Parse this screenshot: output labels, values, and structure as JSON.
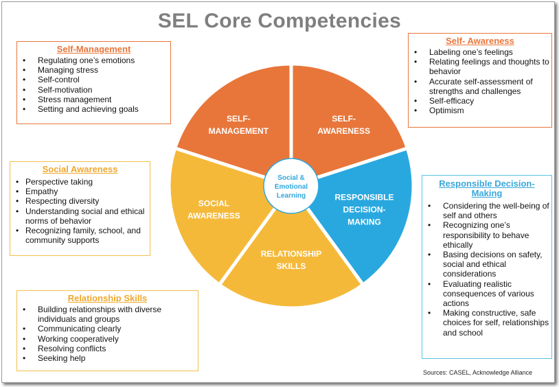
{
  "title": "SEL Core Competencies",
  "center_label": [
    "Social &",
    "Emotional",
    "Learning"
  ],
  "segments": [
    {
      "id": "self-management",
      "lines": [
        "SELF-",
        "MANAGEMENT"
      ],
      "color": "#e8763a"
    },
    {
      "id": "self-awareness",
      "lines": [
        "SELF-",
        "AWARENESS"
      ],
      "color": "#e8763a"
    },
    {
      "id": "responsible-decision-making",
      "lines": [
        "RESPONSIBLE",
        "DECISION-",
        "MAKING"
      ],
      "color": "#29a8df"
    },
    {
      "id": "relationship-skills",
      "lines": [
        "RELATIONSHIP",
        "SKILLS"
      ],
      "color": "#f5b93a"
    },
    {
      "id": "social-awareness",
      "lines": [
        "SOCIAL",
        "AWARENESS"
      ],
      "color": "#f5b93a"
    }
  ],
  "boxes": {
    "self_management": {
      "heading": "Self-Management",
      "items": [
        "Regulating one’s emotions",
        "Managing stress",
        "Self-control",
        "Self-motivation",
        "Stress management",
        "Setting and achieving goals"
      ]
    },
    "self_awareness": {
      "heading": "Self- Awareness",
      "items": [
        "Labeling one’s feelings",
        "Relating feelings and thoughts to behavior",
        "Accurate self-assessment of strengths and challenges",
        "Self-efficacy",
        "Optimism"
      ]
    },
    "social_awareness": {
      "heading": "Social Awareness",
      "items": [
        "Perspective taking",
        "Empathy",
        "Respecting diversity",
        "Understanding social and ethical norms of behavior",
        "Recognizing family, school, and community supports"
      ]
    },
    "responsible_decision_making": {
      "heading": "Responsible Decision-Making",
      "items": [
        "Considering the well-being of self and others",
        "Recognizing one’s responsibility to behave ethically",
        "Basing decisions on safety, social and ethical considerations",
        "Evaluating realistic consequences of various actions",
        "Making constructive, safe choices for self, relationships and school"
      ]
    },
    "relationship_skills": {
      "heading": "Relationship Skills",
      "items": [
        "Building relationships with diverse individuals and groups",
        "Communicating clearly",
        "Working cooperatively",
        "Resolving conflicts",
        "Seeking help"
      ]
    }
  },
  "source": "Sources: CASEL, Acknowledge Alliance"
}
